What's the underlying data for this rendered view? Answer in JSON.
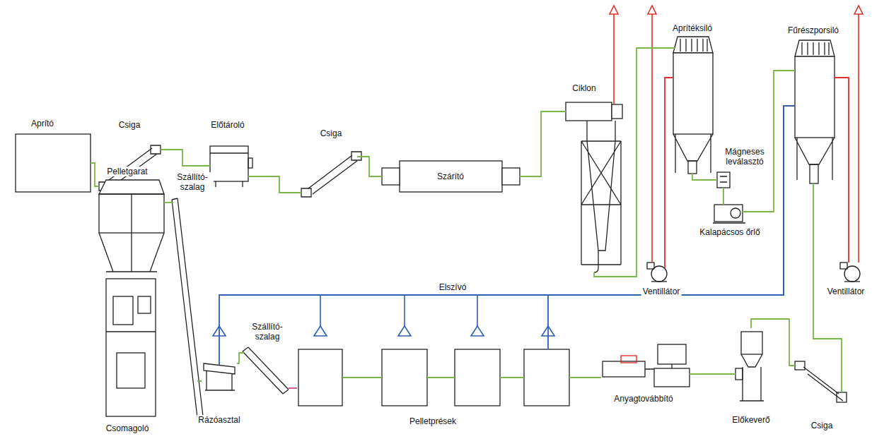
{
  "diagram": {
    "nodes": [
      {
        "text": [
          "Aprító"
        ]
      },
      {
        "text": [
          "Csiga"
        ]
      },
      {
        "text": [
          "Előtároló"
        ]
      },
      {
        "text": [
          "Csiga"
        ]
      },
      {
        "text": [
          "Szárító"
        ]
      },
      {
        "text": [
          "Ciklon"
        ]
      },
      {
        "text": [
          "Ventillátor"
        ]
      },
      {
        "text": [
          "Aprítéksiló"
        ]
      },
      {
        "text": [
          "Mágneses leválasztó"
        ]
      },
      {
        "text": [
          "Kalapácsos őrlő"
        ]
      },
      {
        "text": [
          "Fűrészporsiló"
        ]
      },
      {
        "text": [
          "Ventillátor"
        ]
      },
      {
        "text": [
          "Pelletgarat",
          "Csomagoló"
        ]
      },
      {
        "text": [
          "Szállító- szalag"
        ]
      },
      {
        "text": [
          "Rázóasztal"
        ]
      },
      {
        "text": [
          "Szállító- szalag"
        ]
      },
      {
        "text": [
          "Pelletprések"
        ]
      },
      {
        "text": [
          "Anyagtovábbító"
        ]
      },
      {
        "text": [
          "Előkeverő"
        ]
      },
      {
        "text": [
          "Csiga"
        ]
      }
    ],
    "edges": [
      {
        "from": 0,
        "to": 1,
        "arrow": "none"
      },
      {
        "from": 1,
        "to": 2,
        "arrow": "none"
      },
      {
        "from": 2,
        "to": 3,
        "arrow": "none"
      },
      {
        "from": 3,
        "to": 4,
        "arrow": "none"
      },
      {
        "from": 4,
        "to": 5,
        "arrow": "none"
      },
      {
        "from": 5,
        "to": 7,
        "arrow": "none"
      },
      {
        "from": 7,
        "to": 6,
        "arrow": "none"
      },
      {
        "from": 7,
        "to": 8,
        "arrow": "none"
      },
      {
        "from": 8,
        "to": 9,
        "arrow": "none"
      },
      {
        "from": 9,
        "to": 10,
        "arrow": "none"
      },
      {
        "from": 10,
        "to": 11,
        "arrow": "none"
      },
      {
        "from": 10,
        "to": 19,
        "arrow": "none"
      },
      {
        "from": 19,
        "to": 18,
        "arrow": "none"
      },
      {
        "from": 18,
        "to": 17,
        "arrow": "none"
      },
      {
        "from": 17,
        "to": 16,
        "arrow": "none"
      },
      {
        "from": 16,
        "to": 15,
        "arrow": "none"
      },
      {
        "from": 15,
        "to": 14,
        "arrow": "none"
      },
      {
        "from": 14,
        "to": 13,
        "arrow": "none"
      },
      {
        "from": 13,
        "to": 12,
        "arrow": "none"
      },
      {
        "from": 14,
        "to": 10,
        "arrow": "none"
      },
      {
        "from": 16,
        "to": 10,
        "label": "Elszívó",
        "arrow": "none"
      }
    ]
  }
}
